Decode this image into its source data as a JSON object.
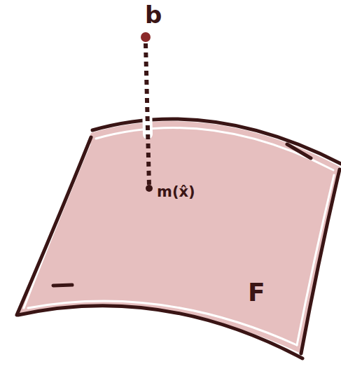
{
  "diagram": {
    "labels": [
      "b",
      "m(x̂)",
      "F"
    ]
  }
}
